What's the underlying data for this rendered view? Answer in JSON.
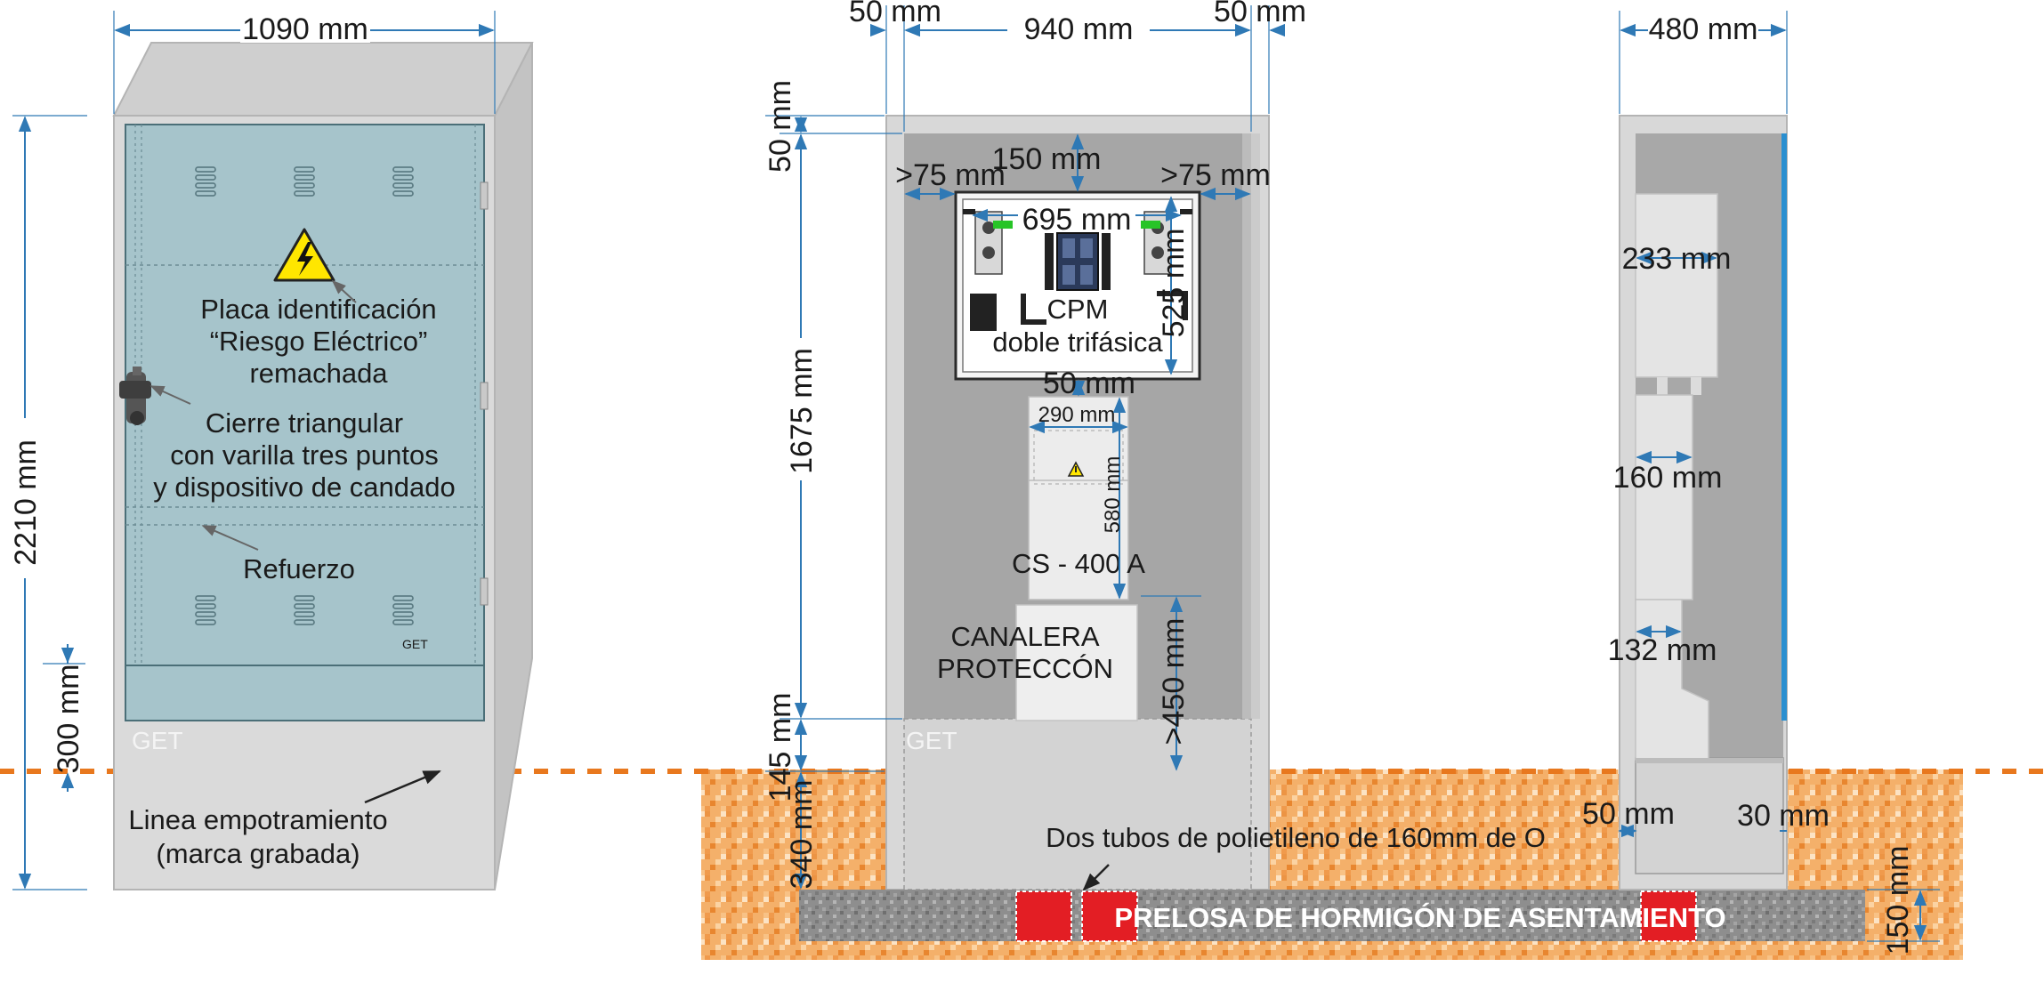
{
  "colors": {
    "dimension": "#2f79b5",
    "door": "#a6c4cb",
    "cabinet": "#d6d6d6",
    "interior": "#a6a6a6",
    "ground": "#f2a65a",
    "ground_line": "#e8781e",
    "slab": "#8f8f8f",
    "tube": "#e31e24",
    "warning": "#ffe600"
  },
  "front_view": {
    "width_dim": "1090 mm",
    "height_dim": "2210 mm",
    "buried_dim": "300 mm",
    "plate_label": [
      "Placa identificación",
      "“Riesgo Eléctrico”",
      "remachada"
    ],
    "lock_label": [
      "Cierre triangular",
      "con varilla tres puntos",
      "y dispositivo de candado"
    ],
    "reinforcement_label": "Refuerzo",
    "embed_line_label": [
      "Linea empotramiento",
      "(marca grabada)"
    ],
    "brand": "GET",
    "door_mark": "GET"
  },
  "interior_view": {
    "left_wall_dim": "50 mm",
    "inner_width_dim": "940 mm",
    "right_wall_dim": "50 mm",
    "top_wall_dim": "50 mm",
    "inner_height_dim": "1675 mm",
    "base_dim": "145 mm",
    "buried_dim": "340 mm",
    "cpm_top_gap": "150 mm",
    "cpm_left_gap": ">75 mm",
    "cpm_right_gap": ">75 mm",
    "cpm_width": "695 mm",
    "cpm_height": "525 mm",
    "cpm_label": [
      "CPM",
      "doble trifásica"
    ],
    "cpm_cs_gap": "50 mm",
    "cs_width": "290 mm",
    "cs_height": "580 mm",
    "cs_label": "CS - 400 A",
    "channel_label": [
      "CANALERA",
      "PROTECCÓN"
    ],
    "channel_height": ">450 mm",
    "tubes_label": "Dos tubos de polietileno de 160mm de O",
    "slab_label": "PRELOSA DE HORMIGÓN DE ASENTAMIENTO",
    "slab_dim": "150 mm",
    "brand": "GET"
  },
  "side_view": {
    "depth_dim": "480 mm",
    "cpm_depth": "233 mm",
    "cs_depth": "160 mm",
    "channel_depth": "132 mm",
    "back_wall": "50 mm",
    "front_wall": "30 mm"
  }
}
